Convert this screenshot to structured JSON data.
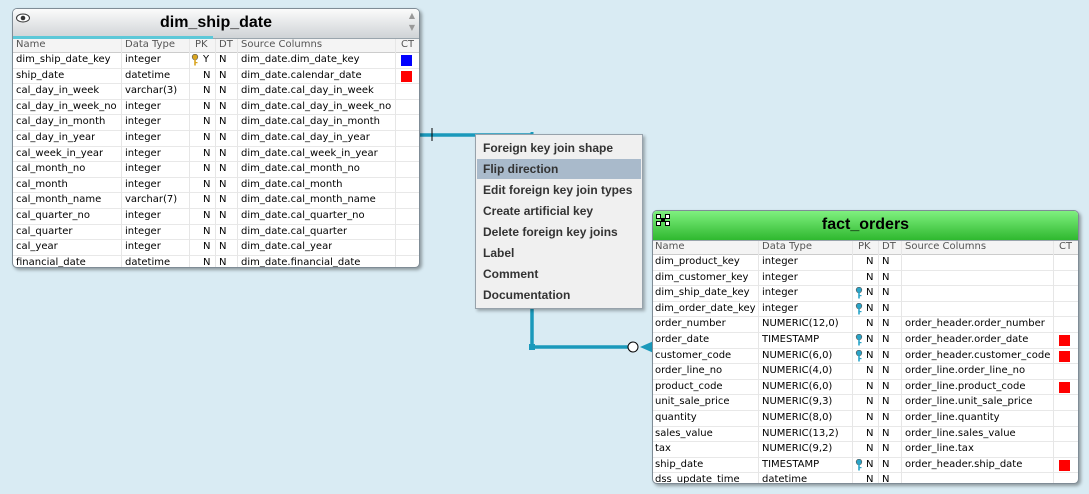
{
  "dim_table": {
    "title": "dim_ship_date",
    "columns": [
      "Name",
      "Data Type",
      "PK",
      "DT",
      "Source Columns",
      "CT"
    ],
    "rows": [
      {
        "name": "dim_ship_date_key",
        "type": "integer",
        "pk": "Y",
        "dt": "N",
        "src": "dim_date.dim_date_key",
        "key": "gold",
        "ct": "blue"
      },
      {
        "name": "ship_date",
        "type": "datetime",
        "pk": "N",
        "dt": "N",
        "src": "dim_date.calendar_date",
        "key": "",
        "ct": "red"
      },
      {
        "name": "cal_day_in_week",
        "type": "varchar(3)",
        "pk": "N",
        "dt": "N",
        "src": "dim_date.cal_day_in_week",
        "key": "",
        "ct": ""
      },
      {
        "name": "cal_day_in_week_no",
        "type": "integer",
        "pk": "N",
        "dt": "N",
        "src": "dim_date.cal_day_in_week_no",
        "key": "",
        "ct": ""
      },
      {
        "name": "cal_day_in_month",
        "type": "integer",
        "pk": "N",
        "dt": "N",
        "src": "dim_date.cal_day_in_month",
        "key": "",
        "ct": ""
      },
      {
        "name": "cal_day_in_year",
        "type": "integer",
        "pk": "N",
        "dt": "N",
        "src": "dim_date.cal_day_in_year",
        "key": "",
        "ct": ""
      },
      {
        "name": "cal_week_in_year",
        "type": "integer",
        "pk": "N",
        "dt": "N",
        "src": "dim_date.cal_week_in_year",
        "key": "",
        "ct": ""
      },
      {
        "name": "cal_month_no",
        "type": "integer",
        "pk": "N",
        "dt": "N",
        "src": "dim_date.cal_month_no",
        "key": "",
        "ct": ""
      },
      {
        "name": "cal_month",
        "type": "integer",
        "pk": "N",
        "dt": "N",
        "src": "dim_date.cal_month",
        "key": "",
        "ct": ""
      },
      {
        "name": "cal_month_name",
        "type": "varchar(7)",
        "pk": "N",
        "dt": "N",
        "src": "dim_date.cal_month_name",
        "key": "",
        "ct": ""
      },
      {
        "name": "cal_quarter_no",
        "type": "integer",
        "pk": "N",
        "dt": "N",
        "src": "dim_date.cal_quarter_no",
        "key": "",
        "ct": ""
      },
      {
        "name": "cal_quarter",
        "type": "integer",
        "pk": "N",
        "dt": "N",
        "src": "dim_date.cal_quarter",
        "key": "",
        "ct": ""
      },
      {
        "name": "cal_year",
        "type": "integer",
        "pk": "N",
        "dt": "N",
        "src": "dim_date.cal_year",
        "key": "",
        "ct": ""
      },
      {
        "name": "financial_date",
        "type": "datetime",
        "pk": "N",
        "dt": "N",
        "src": "dim_date.financial_date",
        "key": "",
        "ct": ""
      }
    ]
  },
  "fact_table": {
    "title": "fact_orders",
    "columns": [
      "Name",
      "Data Type",
      "PK",
      "DT",
      "Source Columns",
      "CT"
    ],
    "rows": [
      {
        "name": "dim_product_key",
        "type": "integer",
        "pk": "N",
        "dt": "N",
        "src": "",
        "key": "",
        "ct": ""
      },
      {
        "name": "dim_customer_key",
        "type": "integer",
        "pk": "N",
        "dt": "N",
        "src": "",
        "key": "",
        "ct": ""
      },
      {
        "name": "dim_ship_date_key",
        "type": "integer",
        "pk": "N",
        "dt": "N",
        "src": "",
        "key": "teal",
        "ct": ""
      },
      {
        "name": "dim_order_date_key",
        "type": "integer",
        "pk": "N",
        "dt": "N",
        "src": "",
        "key": "teal",
        "ct": ""
      },
      {
        "name": "order_number",
        "type": "NUMERIC(12,0)",
        "pk": "N",
        "dt": "N",
        "src": "order_header.order_number",
        "key": "",
        "ct": ""
      },
      {
        "name": "order_date",
        "type": "TIMESTAMP",
        "pk": "N",
        "dt": "N",
        "src": "order_header.order_date",
        "key": "teal",
        "ct": "red"
      },
      {
        "name": "customer_code",
        "type": "NUMERIC(6,0)",
        "pk": "N",
        "dt": "N",
        "src": "order_header.customer_code",
        "key": "teal",
        "ct": "red"
      },
      {
        "name": "order_line_no",
        "type": "NUMERIC(4,0)",
        "pk": "N",
        "dt": "N",
        "src": "order_line.order_line_no",
        "key": "",
        "ct": ""
      },
      {
        "name": "product_code",
        "type": "NUMERIC(6,0)",
        "pk": "N",
        "dt": "N",
        "src": "order_line.product_code",
        "key": "",
        "ct": "red"
      },
      {
        "name": "unit_sale_price",
        "type": "NUMERIC(9,3)",
        "pk": "N",
        "dt": "N",
        "src": "order_line.unit_sale_price",
        "key": "",
        "ct": ""
      },
      {
        "name": "quantity",
        "type": "NUMERIC(8,0)",
        "pk": "N",
        "dt": "N",
        "src": "order_line.quantity",
        "key": "",
        "ct": ""
      },
      {
        "name": "sales_value",
        "type": "NUMERIC(13,2)",
        "pk": "N",
        "dt": "N",
        "src": "order_line.sales_value",
        "key": "",
        "ct": ""
      },
      {
        "name": "tax",
        "type": "NUMERIC(9,2)",
        "pk": "N",
        "dt": "N",
        "src": "order_line.tax",
        "key": "",
        "ct": ""
      },
      {
        "name": "ship_date",
        "type": "TIMESTAMP",
        "pk": "N",
        "dt": "N",
        "src": "order_header.ship_date",
        "key": "teal",
        "ct": "red"
      },
      {
        "name": "dss_update_time",
        "type": "datetime",
        "pk": "N",
        "dt": "N",
        "src": "",
        "key": "",
        "ct": ""
      }
    ]
  },
  "context_menu": {
    "items": [
      {
        "label": "Foreign key join shape",
        "highlighted": false
      },
      {
        "label": "Flip direction",
        "highlighted": true
      },
      {
        "label": "Edit foreign key join types",
        "highlighted": false
      },
      {
        "label": "Create artificial key",
        "highlighted": false
      },
      {
        "label": "Delete foreign key joins",
        "highlighted": false
      },
      {
        "label": "Label",
        "highlighted": false
      },
      {
        "label": "Comment",
        "highlighted": false
      },
      {
        "label": "Documentation",
        "highlighted": false
      }
    ]
  },
  "colors": {
    "canvas": "#d9ebf3",
    "join_line": "#1a99bb",
    "menu_highlight": "#a9bacb",
    "ct_blue": "#0000ff",
    "ct_red": "#ff0000",
    "key_gold": "#d9a520",
    "key_teal": "#2aa5c8",
    "fact_header": "#3ec43e"
  },
  "icons": {
    "dim_header": "eye-icon",
    "fact_header": "fact-table-icon",
    "primary_key": "key-icon",
    "foreign_key": "key-icon",
    "menu_scroll": "scroll-arrows-icon"
  }
}
